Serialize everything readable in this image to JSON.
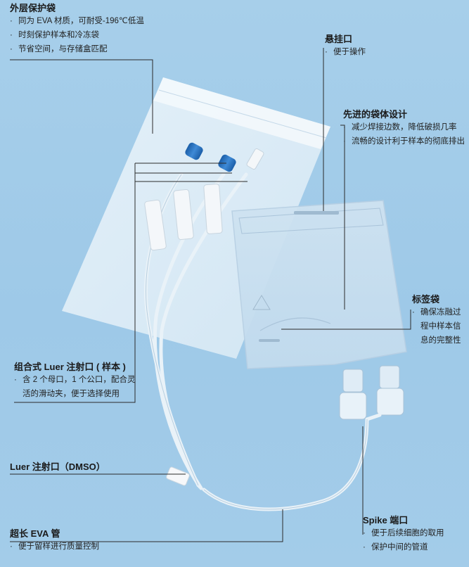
{
  "outer_bag": {
    "title": "外层保护袋",
    "items": [
      "同为 EVA 材质，可耐受-196℃低温",
      "时刻保护样本和冷冻袋",
      "节省空间，与存储盒匹配"
    ]
  },
  "hang_port": {
    "title": "悬挂口",
    "items": [
      "便于操作"
    ]
  },
  "bag_design": {
    "title": "先进的袋体设计",
    "items": [
      "减少焊接边数，降低破损几率",
      "流畅的设计利于样本的彻底排出"
    ]
  },
  "label_bag": {
    "title": "标签袋",
    "items": [
      "确保冻融过",
      "程中样本信",
      "息的完整性"
    ]
  },
  "luer_combo": {
    "title": "组合式 Luer 注射口 ( 样本 )",
    "items": [
      "含 2 个母口，1 个公口，配合灵",
      "活的滑动夹，便于选择使用"
    ]
  },
  "luer_dmso": {
    "title": "Luer 注射口（DMSO）"
  },
  "long_tube": {
    "title": "超长 EVA 管",
    "items": [
      "便于留样进行质量控制"
    ]
  },
  "spike_port": {
    "title": "Spike 端口",
    "items": [
      "便于后续细胞的取用",
      "保护中间的管道"
    ]
  },
  "colors": {
    "background": "#a3cce9",
    "cap_blue": "#2a72c4",
    "line": "#2b2b2b"
  }
}
